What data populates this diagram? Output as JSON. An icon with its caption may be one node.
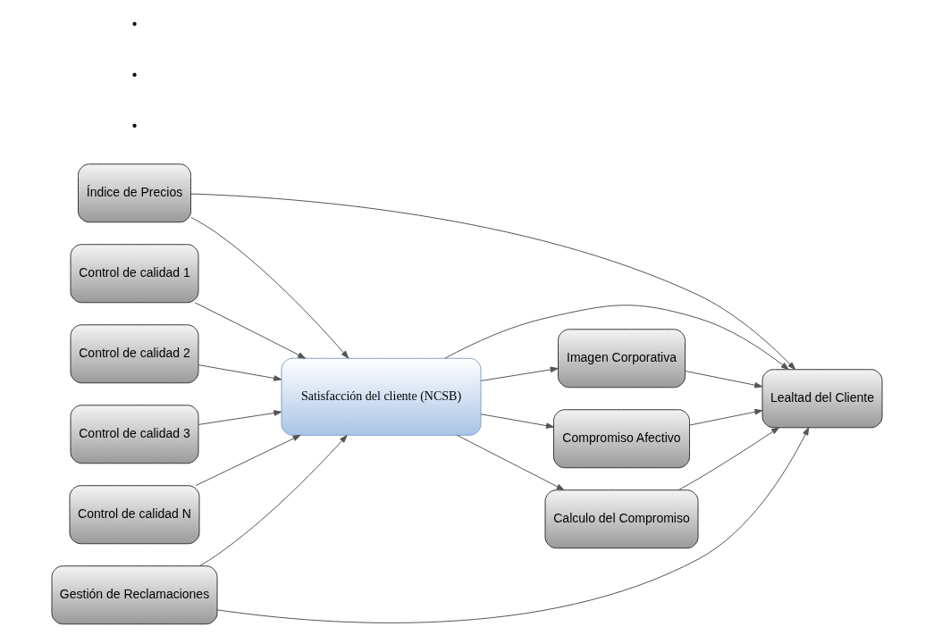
{
  "diagram": {
    "nodes": [
      {
        "text": [
          "Control de calidad 1"
        ]
      },
      {
        "text": [
          "Control de calidad 2"
        ]
      },
      {
        "text": [
          "Control de calidad 3"
        ]
      },
      {
        "text": [
          "Control de calidad N"
        ]
      },
      {
        "text": [
          "Índice de Precios"
        ]
      },
      {
        "text": [
          "Satisfacción del cliente (NCSB)"
        ]
      },
      {
        "text": [
          "Gestión de Reclamaciones"
        ]
      },
      {
        "text": [
          "Imagen Corporativa"
        ]
      },
      {
        "text": [
          "Compromiso Afectivo"
        ]
      },
      {
        "text": [
          "Calculo del Compromiso"
        ]
      },
      {
        "text": [
          "Lealtad del Cliente"
        ]
      }
    ],
    "edges": [
      {
        "from": 0,
        "to": 5,
        "arrow": "to"
      },
      {
        "from": 1,
        "to": 5,
        "arrow": "to"
      },
      {
        "from": 2,
        "to": 5,
        "arrow": "to"
      },
      {
        "from": 3,
        "to": 5,
        "arrow": "to"
      },
      {
        "from": 4,
        "to": 5,
        "arrow": "to"
      },
      {
        "from": 4,
        "to": 10,
        "arrow": "to"
      },
      {
        "from": 6,
        "to": 5,
        "arrow": "to"
      },
      {
        "from": 6,
        "to": 10,
        "arrow": "to"
      },
      {
        "from": 5,
        "to": 7,
        "arrow": "to"
      },
      {
        "from": 5,
        "to": 10,
        "arrow": "to"
      },
      {
        "from": 5,
        "to": 8,
        "arrow": "to"
      },
      {
        "from": 5,
        "to": 9,
        "arrow": "to"
      },
      {
        "from": 7,
        "to": 10,
        "arrow": "to"
      },
      {
        "from": 8,
        "to": 10,
        "arrow": "to"
      },
      {
        "from": 9,
        "to": 10,
        "arrow": "to"
      }
    ],
    "labels": [
      "•",
      "•",
      "•"
    ]
  }
}
